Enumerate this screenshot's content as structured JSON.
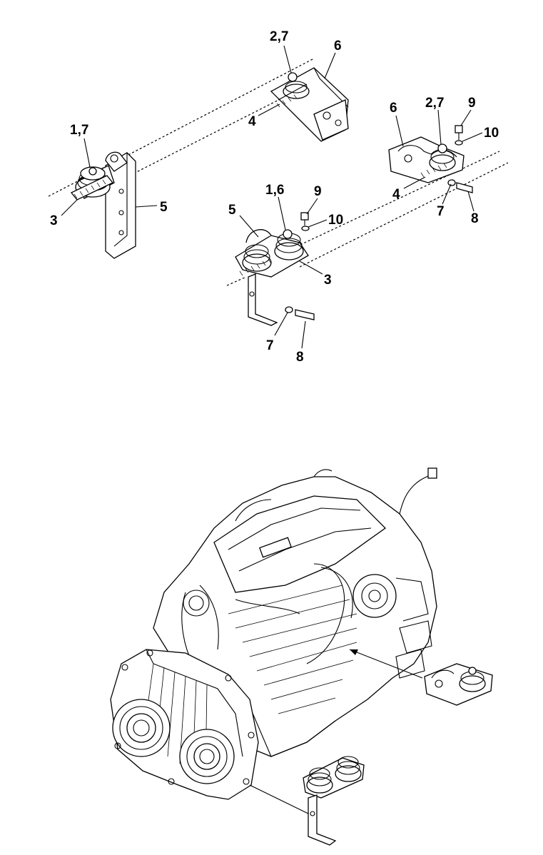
{
  "callouts": {
    "c1": "2,7",
    "c2": "6",
    "c3": "4",
    "c4": "1,7",
    "c5": "3",
    "c6": "5",
    "c7": "6",
    "c8": "2,7",
    "c9": "9",
    "c10": "10",
    "c11": "4",
    "c12": "7",
    "c13": "8",
    "c14": "1,6",
    "c15": "9",
    "c16": "5",
    "c17": "10",
    "c18": "3",
    "c19": "7",
    "c20": "8"
  },
  "colors": {
    "line": "#000000",
    "background": "#ffffff"
  }
}
